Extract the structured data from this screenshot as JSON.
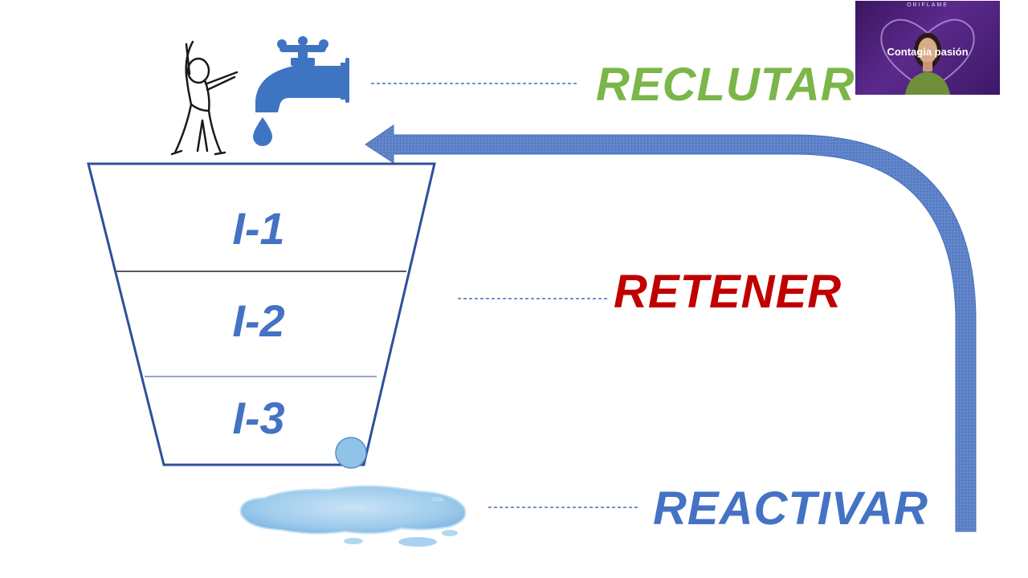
{
  "funnel": {
    "tiers": [
      "I-1",
      "I-2",
      "I-3"
    ]
  },
  "labels": {
    "reclutar": "RECLUTAR",
    "retener": "RETENER",
    "reactivar": "REACTIVAR"
  },
  "video": {
    "brand": "ORIFLAME",
    "caption": "Contagia pasión"
  },
  "colors": {
    "reclutar": "#7ab648",
    "retener": "#c00000",
    "reactivar": "#4472c4",
    "tier_text": "#4472c4",
    "funnel_outline": "#2f4f9a",
    "arrow": "#5b7fc6",
    "water": "#9cc8ea",
    "tap": "#3f74c2"
  },
  "icons": [
    "person-icon",
    "faucet-icon",
    "water-drop-icon",
    "water-puddle-icon",
    "leak-drop-icon",
    "arrow-icon"
  ]
}
